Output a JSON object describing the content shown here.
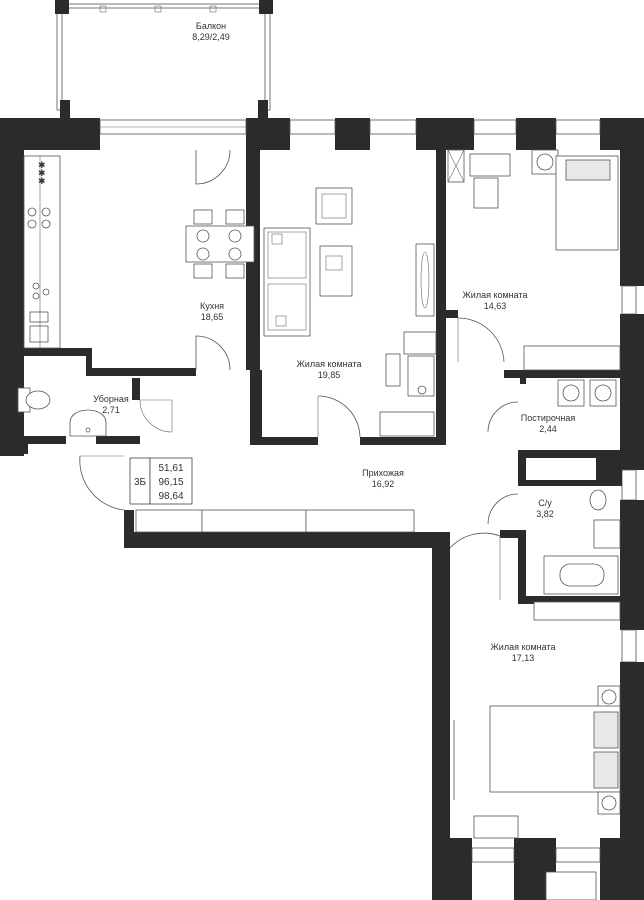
{
  "rooms": [
    {
      "name": "Балкон",
      "area": "8,29/2,49"
    },
    {
      "name": "Кухня",
      "area": "18,65"
    },
    {
      "name": "Уборная",
      "area": "2,71"
    },
    {
      "name": "Жилая комната",
      "area": "19,85"
    },
    {
      "name": "Жилая комната",
      "area": "14,63"
    },
    {
      "name": "Постирочная",
      "area": "2,44"
    },
    {
      "name": "Прихожая",
      "area": "16,92"
    },
    {
      "name": "С/у",
      "area": "3,82"
    },
    {
      "name": "Жилая комната",
      "area": "17,13"
    }
  ],
  "badge": {
    "type": "3Б",
    "areas": [
      "51,61",
      "96,15",
      "98,64"
    ]
  },
  "colors": {
    "wall": "#2b2b2b",
    "line": "#555555",
    "text": "#333333"
  }
}
